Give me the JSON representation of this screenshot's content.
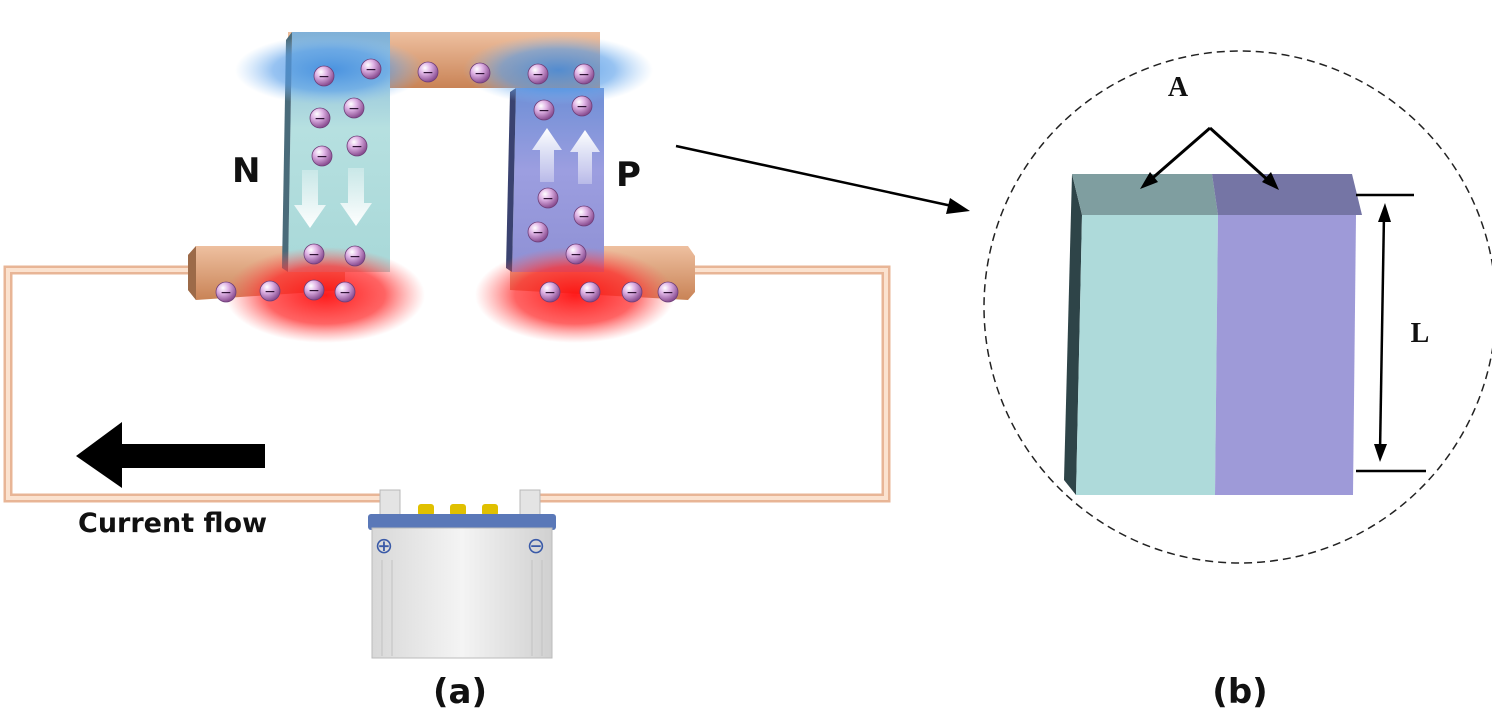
{
  "panel_a": {
    "caption": "(a)",
    "n_label": "N",
    "p_label": "P",
    "current_label": "Current flow",
    "battery_plus": "⊕",
    "battery_minus": "⊖",
    "electron_symbol": "−"
  },
  "panel_b": {
    "caption": "(b)",
    "area_label": "A",
    "length_label": "L"
  },
  "colors": {
    "n_leg": "#a9dcdc",
    "p_leg": "#9b9cdc",
    "copper": "#e0a078",
    "wire": "#f2c4a3",
    "hot": "#ff2a2a",
    "cold": "#4a90e2",
    "electron": "#c58ac8"
  }
}
